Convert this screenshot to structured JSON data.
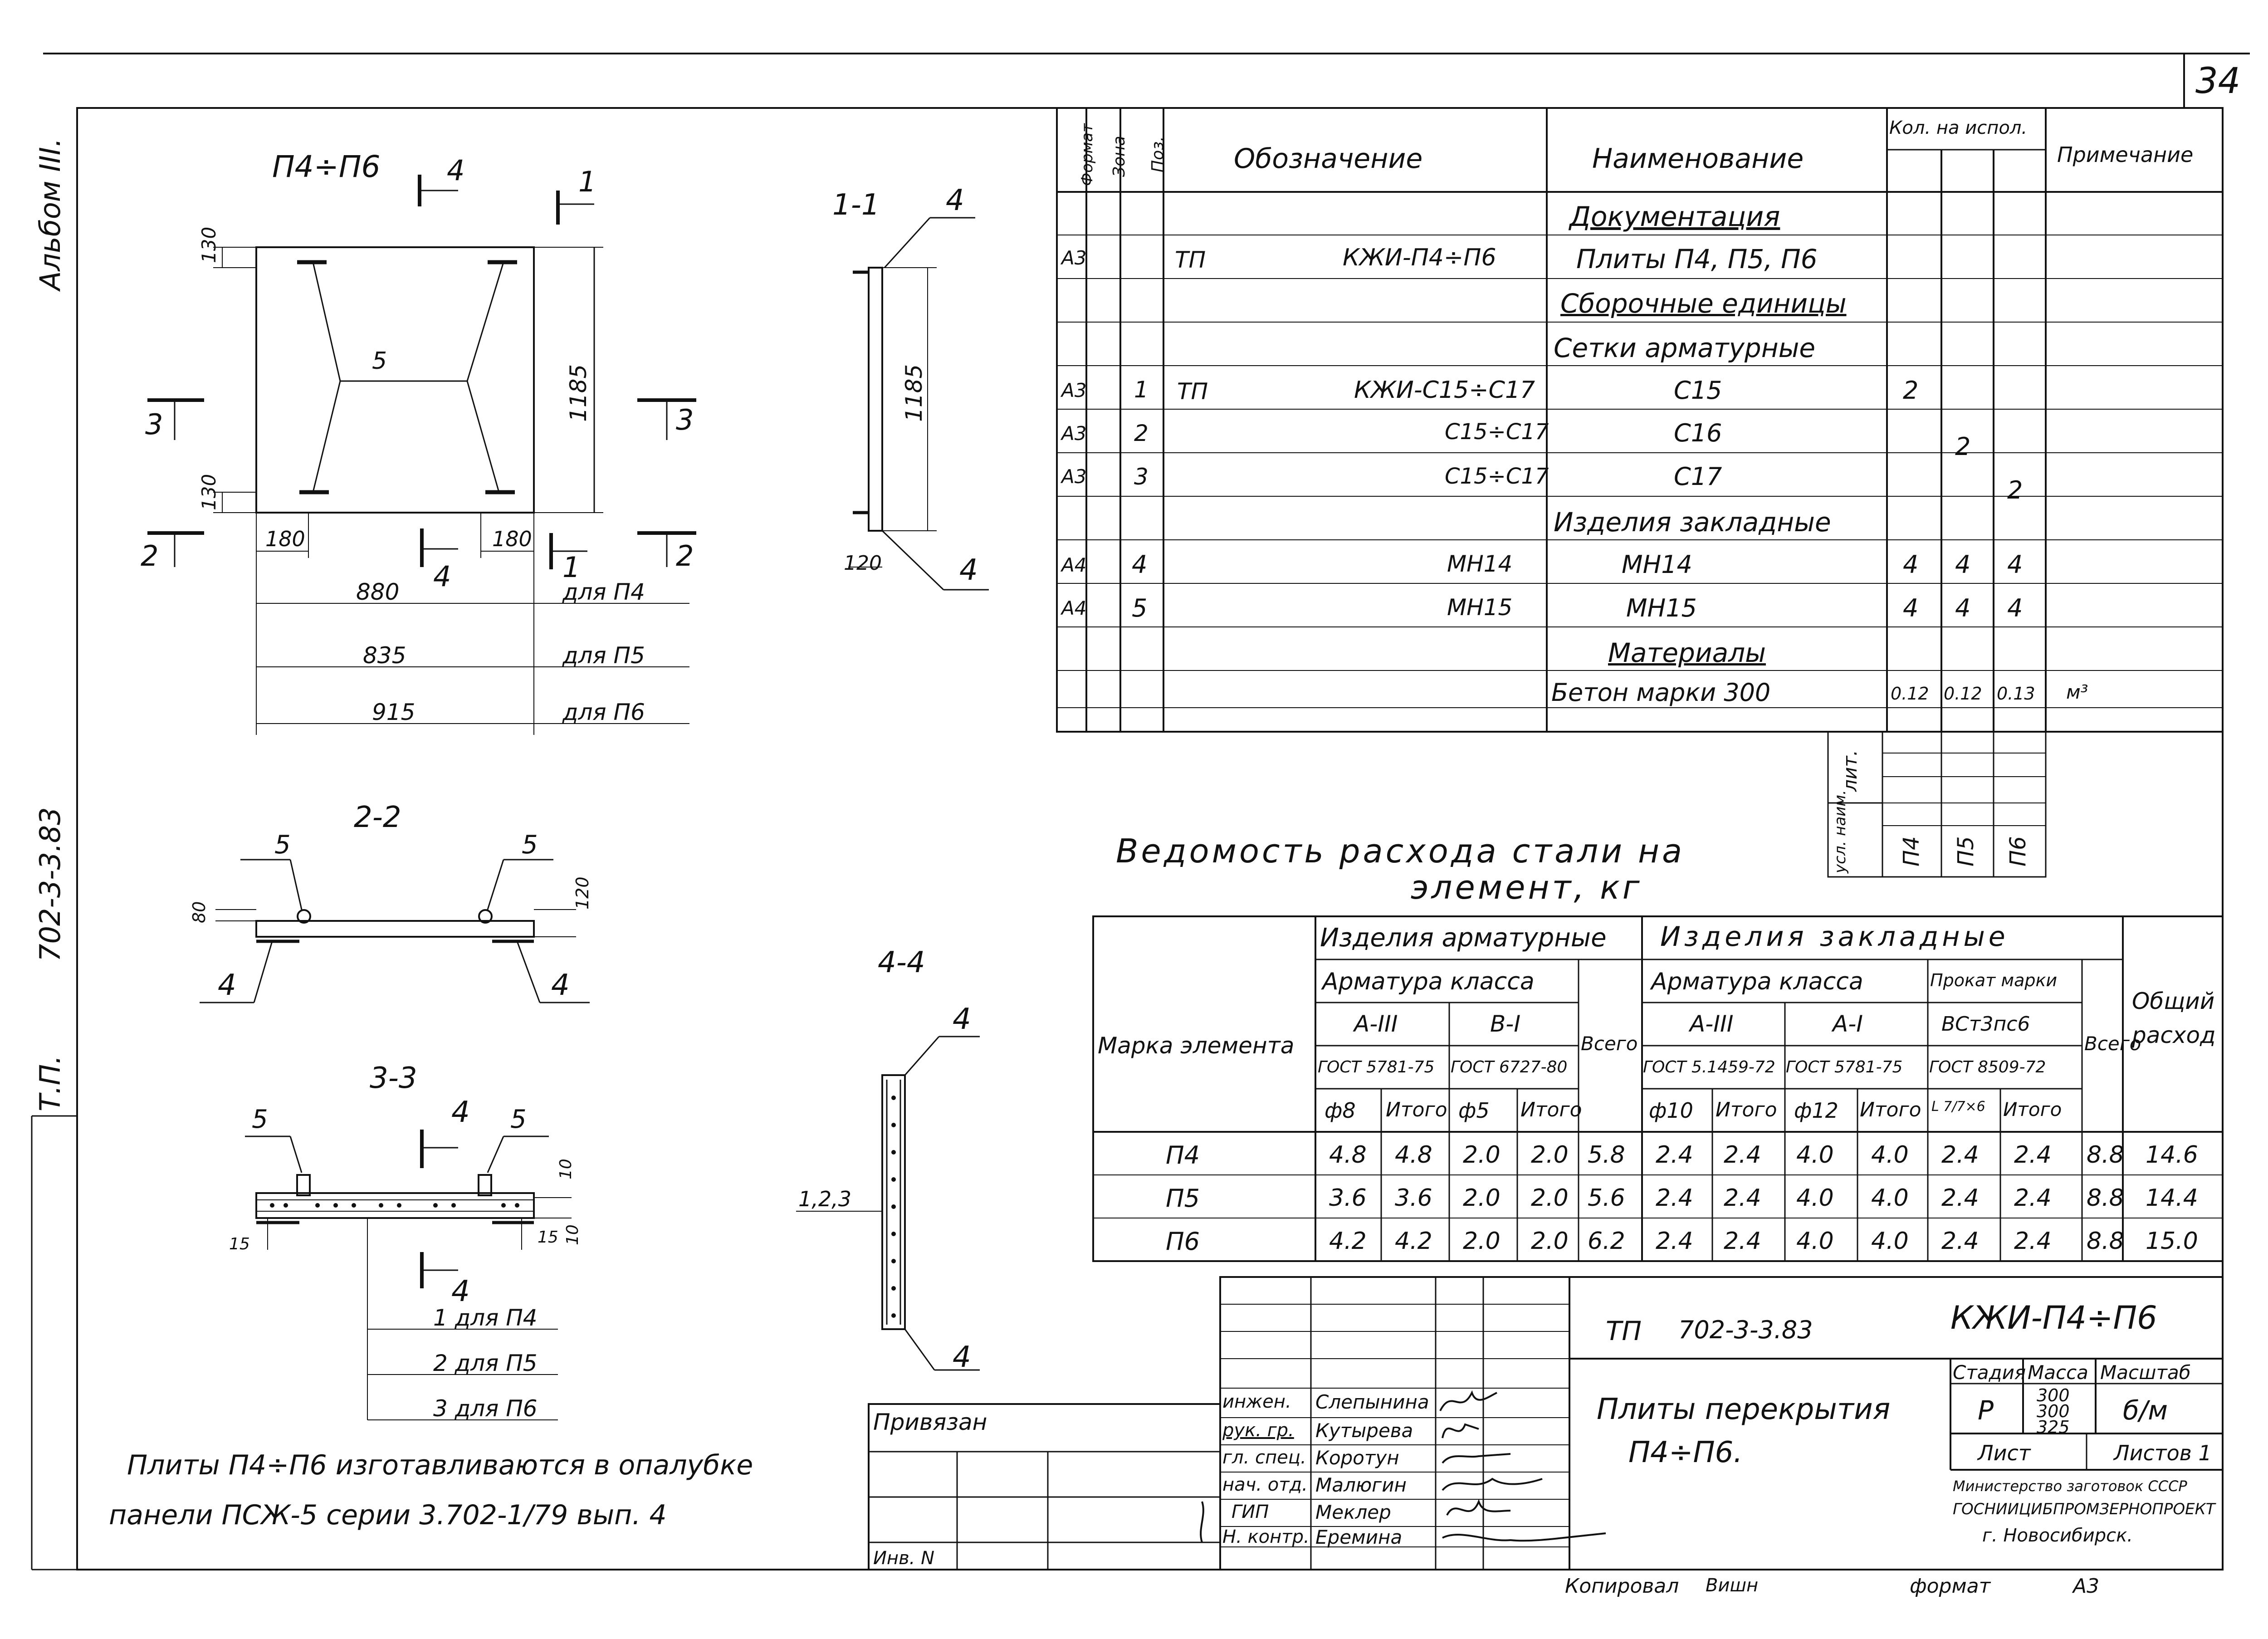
{
  "sheet": {
    "number": "34",
    "album_label": "Альбом III.",
    "project_code_vertical": "702-3-3.83",
    "tp_vertical": "Т.П.",
    "copied_by": "Копировал",
    "copied_sign": "Вишн",
    "format_label": "формат",
    "format_value": "А3"
  },
  "drawings": {
    "plan": {
      "title": "П4÷П6",
      "section_marks": [
        "4",
        "1",
        "3",
        "3",
        "2",
        "4",
        "1",
        "2"
      ],
      "dim_top": "130",
      "dim_bottom": "130",
      "dim_height": "1185",
      "dim_left": "180",
      "dim_right": "180",
      "pos_label": "5",
      "width_rows": [
        {
          "value": "880",
          "note": "для П4"
        },
        {
          "value": "835",
          "note": "для П5"
        },
        {
          "value": "915",
          "note": "для П6"
        }
      ]
    },
    "sec11": {
      "title": "1-1",
      "mark_top": "4",
      "mark_bottom": "4",
      "dim_height": "1185",
      "dim_bottom": "120"
    },
    "sec22": {
      "title": "2-2",
      "pos_left": "5",
      "pos_right": "5",
      "mark_left": "4",
      "mark_right": "4",
      "dim_left": "80",
      "dim_right": "120"
    },
    "sec33": {
      "title": "3-3",
      "pos_left": "5",
      "pos_right": "5",
      "mark_top": "4",
      "mark_bottom": "4",
      "dim_left": "15",
      "dim_right": "15",
      "dim_r1": "10",
      "dim_r2": "10",
      "notes": [
        "1 для П4",
        "2 для П5",
        "3 для П6"
      ]
    },
    "sec44": {
      "title": "4-4",
      "mark_top": "4",
      "mark_bottom": "4",
      "pos_label": "1,2,3"
    }
  },
  "spec": {
    "headers": {
      "format": "Формат",
      "zone": "Зона",
      "pos": "Поз.",
      "designation": "Обозначение",
      "name": "Наименование",
      "qty": "Кол. на испол.",
      "note": "Примечание"
    },
    "rows": [
      {
        "format": "",
        "pos": "",
        "prefix": "",
        "desig": "",
        "name": "Документация",
        "q1": "",
        "q2": "",
        "q3": "",
        "note": "",
        "section": true
      },
      {
        "format": "А3",
        "pos": "",
        "prefix": "ТП",
        "desig": "КЖИ-П4÷П6",
        "name": "Плиты П4, П5, П6",
        "q1": "",
        "q2": "",
        "q3": "",
        "note": ""
      },
      {
        "format": "",
        "pos": "",
        "prefix": "",
        "desig": "",
        "name": "Сборочные единицы",
        "q1": "",
        "q2": "",
        "q3": "",
        "note": "",
        "section": true
      },
      {
        "format": "",
        "pos": "",
        "prefix": "",
        "desig": "",
        "name": "Сетки арматурные",
        "q1": "",
        "q2": "",
        "q3": "",
        "note": ""
      },
      {
        "format": "А3",
        "pos": "1",
        "prefix": "ТП",
        "desig": "КЖИ-С15÷С17",
        "name": "С15",
        "q1": "2",
        "q2": "",
        "q3": "",
        "note": ""
      },
      {
        "format": "А3",
        "pos": "2",
        "prefix": "",
        "desig": "С15÷С17",
        "name": "С16",
        "q1": "",
        "q2": "2",
        "q3": "",
        "note": ""
      },
      {
        "format": "А3",
        "pos": "3",
        "prefix": "",
        "desig": "С15÷С17",
        "name": "С17",
        "q1": "",
        "q2": "",
        "q3": "2",
        "note": ""
      },
      {
        "format": "",
        "pos": "",
        "prefix": "",
        "desig": "",
        "name": "Изделия закладные",
        "q1": "",
        "q2": "",
        "q3": "",
        "note": ""
      },
      {
        "format": "А4",
        "pos": "4",
        "prefix": "",
        "desig": "МН14",
        "name": "МН14",
        "q1": "4",
        "q2": "4",
        "q3": "4",
        "note": ""
      },
      {
        "format": "А4",
        "pos": "5",
        "prefix": "",
        "desig": "МН15",
        "name": "МН15",
        "q1": "4",
        "q2": "4",
        "q3": "4",
        "note": ""
      },
      {
        "format": "",
        "pos": "",
        "prefix": "",
        "desig": "",
        "name": "Материалы",
        "q1": "",
        "q2": "",
        "q3": "",
        "note": "",
        "section": true
      },
      {
        "format": "",
        "pos": "",
        "prefix": "",
        "desig": "",
        "name": "Бетон марки 300",
        "q1": "0.12",
        "q2": "0.12",
        "q3": "0.13",
        "note": "м³"
      }
    ],
    "variants_label_top": "лит.",
    "variants_label_bottom": "усл. наим.",
    "variants": [
      "П4",
      "П5",
      "П6"
    ]
  },
  "steel": {
    "title_line1": "Ведомость расхода стали на",
    "title_line2": "элемент, кг",
    "h_mark": "Марка элемента",
    "h_arm_products": "Изделия арматурные",
    "h_emb_products": "Изделия закладные",
    "h_arm_class": "Арматура класса",
    "h_arm_class2": "Арматура класса",
    "h_rolled": "Прокат марки",
    "h_a3": "А-III",
    "h_b1": "В-I",
    "h_a3b": "А-III",
    "h_a1": "А-I",
    "h_vst": "ВСт3пс6",
    "h_g1": "ГОСТ 5781-75",
    "h_g2": "ГОСТ 6727-80",
    "h_g3": "ГОСТ 5.1459-72",
    "h_g4": "ГОСТ 5781-75",
    "h_g5": "ГОСТ 8509-72",
    "h_total1": "Всего",
    "h_total2": "Всего",
    "h_overall": "Общий расход",
    "h_cols": [
      "ф8",
      "Итого",
      "ф5",
      "Итого",
      "ф10",
      "Итого",
      "ф12",
      "Итого",
      "L 7/7×6",
      "Итого"
    ],
    "rows": [
      {
        "mark": "П4",
        "v": [
          "4.8",
          "4.8",
          "2.0",
          "2.0",
          "5.8",
          "2.4",
          "2.4",
          "4.0",
          "4.0",
          "2.4",
          "2.4",
          "8.8",
          "14.6"
        ]
      },
      {
        "mark": "П5",
        "v": [
          "3.6",
          "3.6",
          "2.0",
          "2.0",
          "5.6",
          "2.4",
          "2.4",
          "4.0",
          "4.0",
          "2.4",
          "2.4",
          "8.8",
          "14.4"
        ]
      },
      {
        "mark": "П6",
        "v": [
          "4.2",
          "4.2",
          "2.0",
          "2.0",
          "6.2",
          "2.4",
          "2.4",
          "4.0",
          "4.0",
          "2.4",
          "2.4",
          "8.8",
          "15.0"
        ]
      }
    ]
  },
  "note": {
    "line1": "Плиты П4÷П6 изготавливаются в опалубке",
    "line2": "панели ПСЖ-5 серии 3.702-1/79 вып. 4"
  },
  "stamp": {
    "tied": "Привязан",
    "inv": "Инв. N",
    "roles": [
      "инжен.",
      "рук. гр.",
      "гл. спец.",
      "нач. отд.",
      "ГИП",
      "Н. контр."
    ],
    "names": [
      "Слепынина",
      "Кутырева",
      "Коротун",
      "Малюгин",
      "Меклер",
      "Еремина"
    ],
    "project_prefix": "ТП",
    "project_number": "702-3-3.83",
    "doc_code": "КЖИ-П4÷П6",
    "title_line1": "Плиты перекрытия",
    "title_line2": "П4÷П6.",
    "stage_h": "Стадия",
    "mass_h": "Масса",
    "scale_h": "Масштаб",
    "stage": "Р",
    "mass": [
      "300",
      "300",
      "325"
    ],
    "scale": "б/м",
    "sheet_h": "Лист",
    "sheets_h": "Листов 1",
    "org1": "Министерство заготовок СССР",
    "org2": "ГОСНИИЦИБПРОМЗЕРНОПРОЕКТ",
    "org3": "г. Новосибирск."
  }
}
